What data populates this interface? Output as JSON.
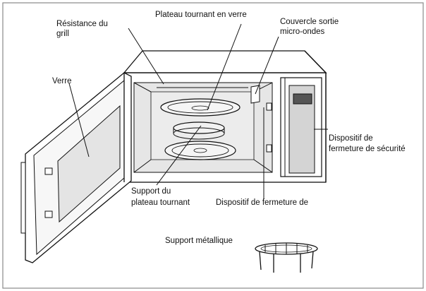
{
  "labels": {
    "grill_element": "Résistance du grill",
    "grill_element_line1": "Résistance du",
    "grill_element_line2": "grill",
    "glass_turntable": "Plateau tournant en verre",
    "waveguide_cover_line1": "Couvercle sortie",
    "waveguide_cover_line2": "micro-ondes",
    "glass": "Verre",
    "safety_lock_line1": "Dispositif de",
    "safety_lock_line2": "fermeture de sécurité",
    "turntable_support_line1": "Support du",
    "turntable_support_line2": "plateau tournant",
    "door_latch": "Dispositif de fermeture de",
    "metal_rack": "Support métallique"
  },
  "colors": {
    "line": "#111111",
    "cavity": "#e6e6e6",
    "panel": "#cfcfcf",
    "display": "#555555",
    "frame": "#8a8a8a"
  }
}
